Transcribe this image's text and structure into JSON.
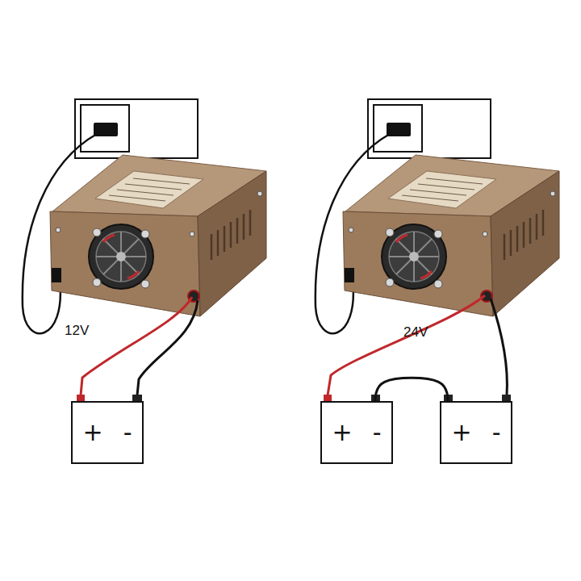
{
  "diagram": {
    "nodes": [
      {
        "text": [
          "+",
          "-"
        ]
      },
      {
        "text": [
          "+",
          "-"
        ]
      },
      {
        "text": [
          "+",
          "-"
        ]
      }
    ],
    "edges": [
      {
        "from": 1,
        "to": 2,
        "arrow": "none"
      }
    ],
    "labels": [
      "12V",
      "24V"
    ]
  }
}
